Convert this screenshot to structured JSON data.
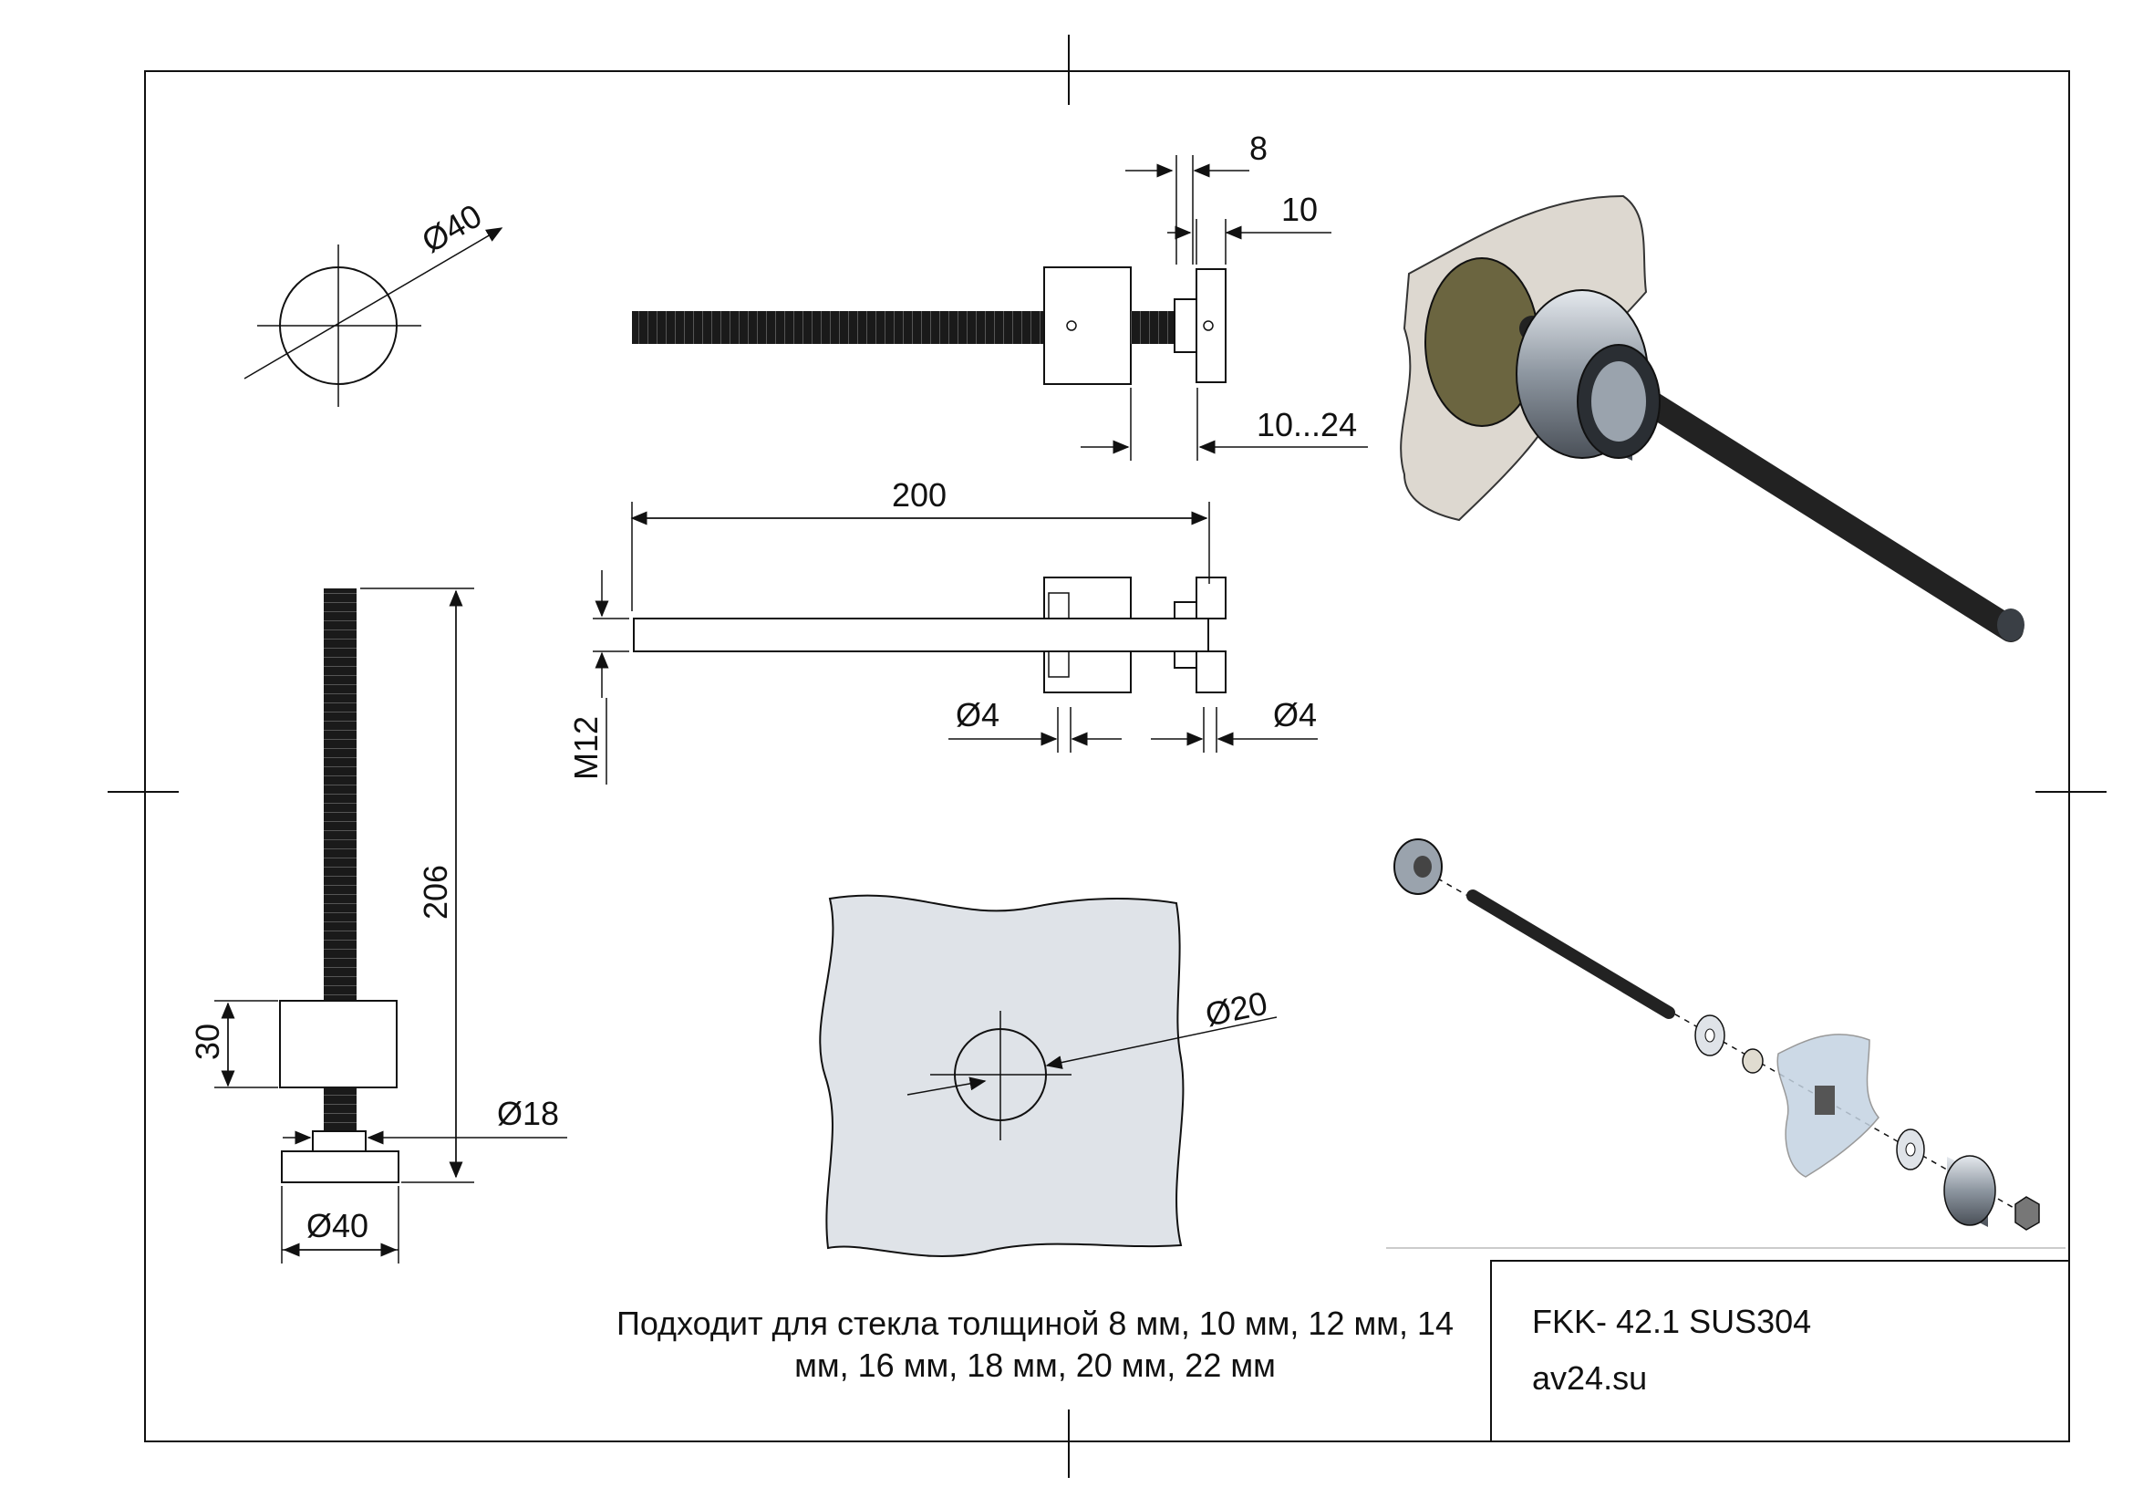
{
  "dimensions": {
    "top_dia": "Ø40",
    "gap_8": "8",
    "gap_10": "10",
    "range": "10...24",
    "length": "200",
    "thread": "M12",
    "hole_left": "Ø4",
    "hole_right": "Ø4",
    "height": "206",
    "cap_height": "30",
    "washer_dia": "Ø18",
    "base_dia": "Ø40",
    "glass_hole": "Ø20"
  },
  "note": {
    "line1": "Подходит для стекла толщиной 8 мм, 10 мм, 12 мм, 14",
    "line2": "мм, 16 мм, 18 мм, 20 мм, 22 мм"
  },
  "title_block": {
    "part": "FKK- 42.1 SUS304",
    "site": "av24.su"
  },
  "colors": {
    "line": "#111111",
    "glass": "#dfe3e8",
    "metal": "#9aa3ad",
    "bronze": "#6b6540",
    "thread": "#222222"
  }
}
